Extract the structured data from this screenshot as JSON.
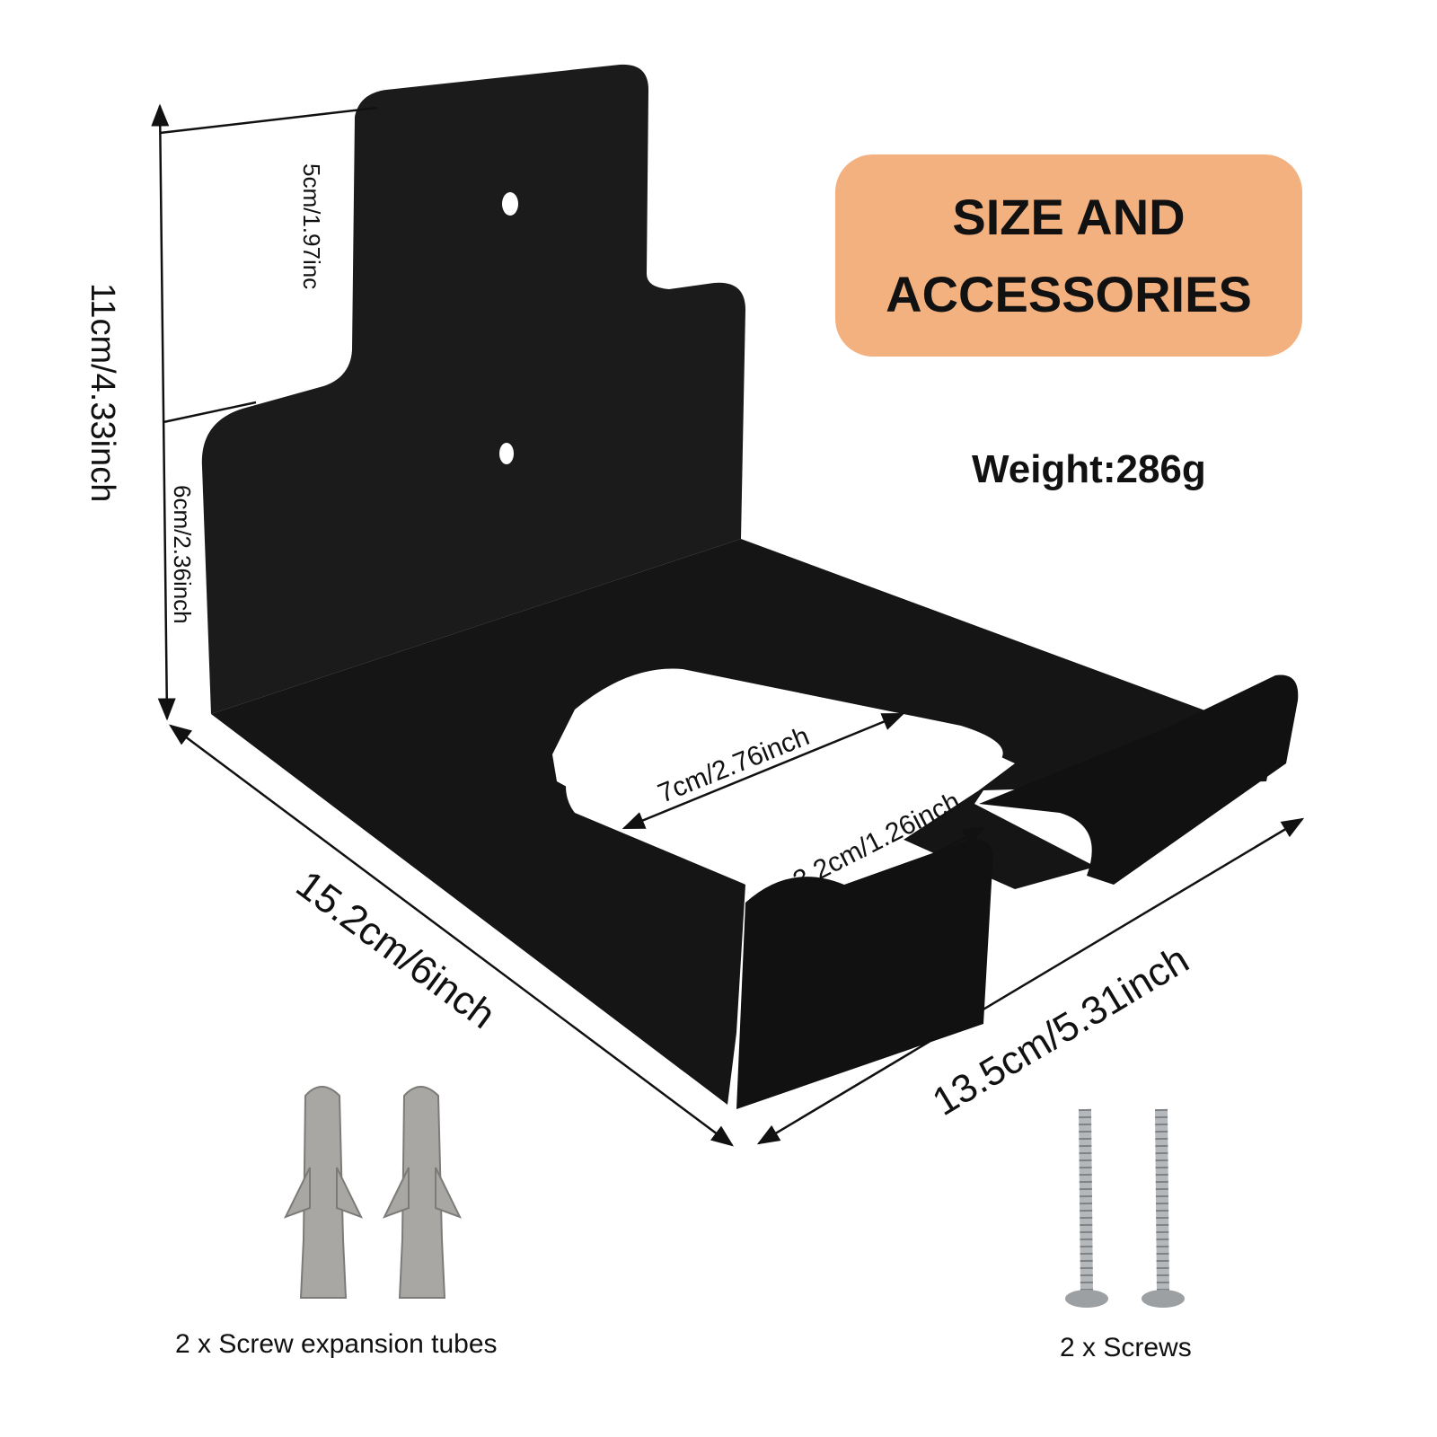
{
  "badge": {
    "line1": "SIZE AND",
    "line2": "ACCESSORIES",
    "color": "#f3b180"
  },
  "weight": "Weight:286g",
  "dimensions": {
    "height_total": "11cm/4.33inch",
    "upper_tab": "5cm/1.97inc",
    "lower_back": "6cm/2.36inch",
    "length": "15.2cm/6inch",
    "width": "13.5cm/5.31inch",
    "opening": "7cm/2.76inch",
    "slot": "3.2cm/1.26inch"
  },
  "accessories": [
    {
      "caption": "2 x Screw expansion tubes",
      "icon": "wall-anchor-icon"
    },
    {
      "caption": "2 x Screws",
      "icon": "screw-icon"
    }
  ]
}
